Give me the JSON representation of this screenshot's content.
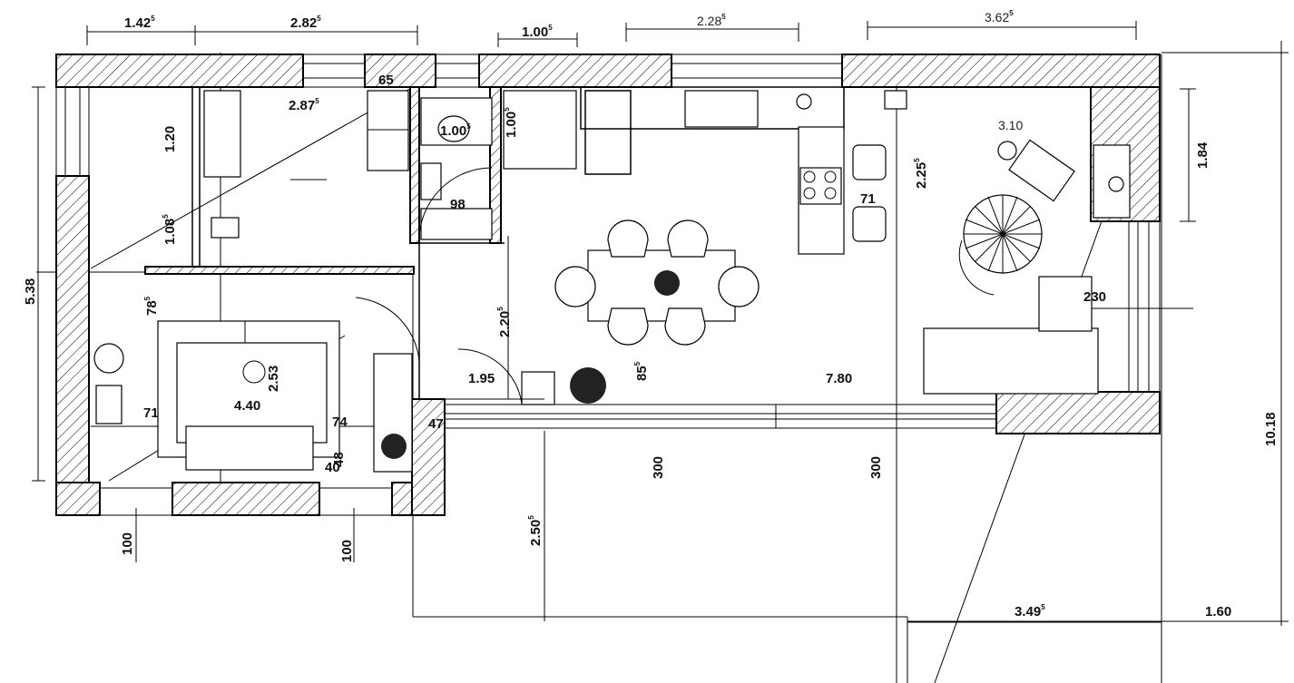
{
  "top_dims": [
    {
      "main": "1.42",
      "sup": "5"
    },
    {
      "main": "2.82",
      "sup": "5"
    },
    {
      "main": "1.00",
      "sup": "5"
    },
    {
      "main": "2.28",
      "sup": "5"
    },
    {
      "main": "3.62",
      "sup": "5"
    }
  ],
  "room_dims": [
    {
      "main": "65",
      "sup": ""
    },
    {
      "main": "2.87",
      "sup": "5"
    },
    {
      "main": "1.00",
      "sup": "5"
    },
    {
      "main": "1.00",
      "sup": "5"
    },
    {
      "main": "98",
      "sup": ""
    },
    {
      "main": "1.20",
      "sup": ""
    },
    {
      "main": "1.08",
      "sup": "5"
    },
    {
      "main": "3.10",
      "sup": ""
    },
    {
      "main": "2.25",
      "sup": "5"
    },
    {
      "main": "71",
      "sup": ""
    },
    {
      "main": "1.84",
      "sup": ""
    },
    {
      "main": "230",
      "sup": ""
    },
    {
      "main": "78",
      "sup": "5"
    },
    {
      "main": "2.20",
      "sup": "5"
    },
    {
      "main": "85",
      "sup": "5"
    },
    {
      "main": "1.95",
      "sup": ""
    },
    {
      "main": "7.80",
      "sup": ""
    },
    {
      "main": "71",
      "sup": ""
    },
    {
      "main": "4.40",
      "sup": ""
    },
    {
      "main": "2.53",
      "sup": ""
    },
    {
      "main": "74",
      "sup": ""
    },
    {
      "main": "47",
      "sup": ""
    },
    {
      "main": "48",
      "sup": ""
    },
    {
      "main": "40",
      "sup": ""
    },
    {
      "main": "5.38",
      "sup": ""
    },
    {
      "main": "10.18",
      "sup": ""
    }
  ],
  "bottom_dims": [
    {
      "main": "100",
      "sup": ""
    },
    {
      "main": "100",
      "sup": ""
    },
    {
      "main": "2.50",
      "sup": "5"
    },
    {
      "main": "300",
      "sup": ""
    },
    {
      "main": "300",
      "sup": ""
    },
    {
      "main": "3.49",
      "sup": "5"
    },
    {
      "main": "1.60",
      "sup": ""
    }
  ],
  "colors": {
    "wall_outline": "#000000",
    "hatch": "#000000",
    "background": "#ffffff",
    "dimension_text": "#111111"
  }
}
